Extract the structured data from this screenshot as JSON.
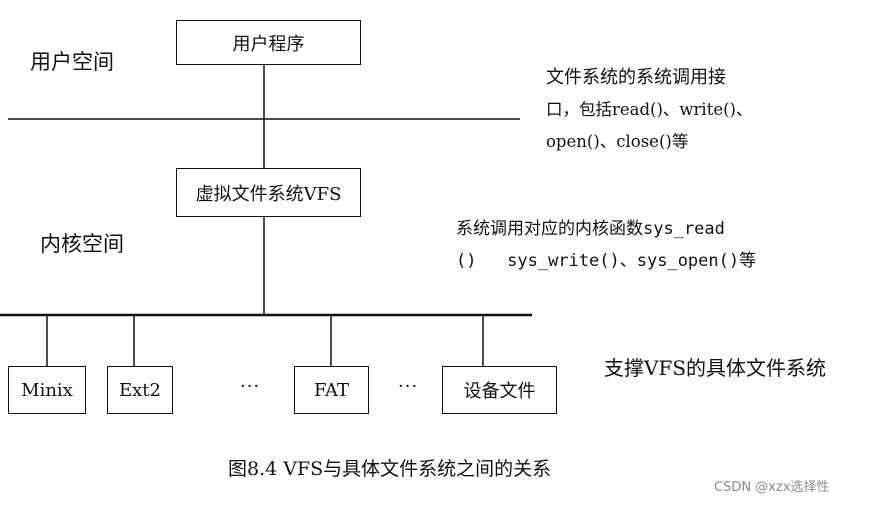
{
  "regions": {
    "user_space": "用户空间",
    "kernel_space": "内核空间"
  },
  "nodes": {
    "user_program": "用户程序",
    "vfs": "虚拟文件系统VFS",
    "minix": "Minix",
    "ext2": "Ext2",
    "fat": "FAT",
    "device_file": "设备文件",
    "ellipsis_1": "···",
    "ellipsis_2": "···"
  },
  "notes": {
    "syscall_interface": [
      "文件系统的系统调用接",
      "口，包括read()、write()、",
      "open()、close()等"
    ],
    "kernel_functions": [
      "系统调用对应的内核函数sys_read",
      "()   sys_write()、sys_open()等"
    ],
    "concrete_fs": "支撑VFS的具体文件系统"
  },
  "caption": "图8.4 VFS与具体文件系统之间的关系",
  "watermark": "CSDN @xzx选择性"
}
